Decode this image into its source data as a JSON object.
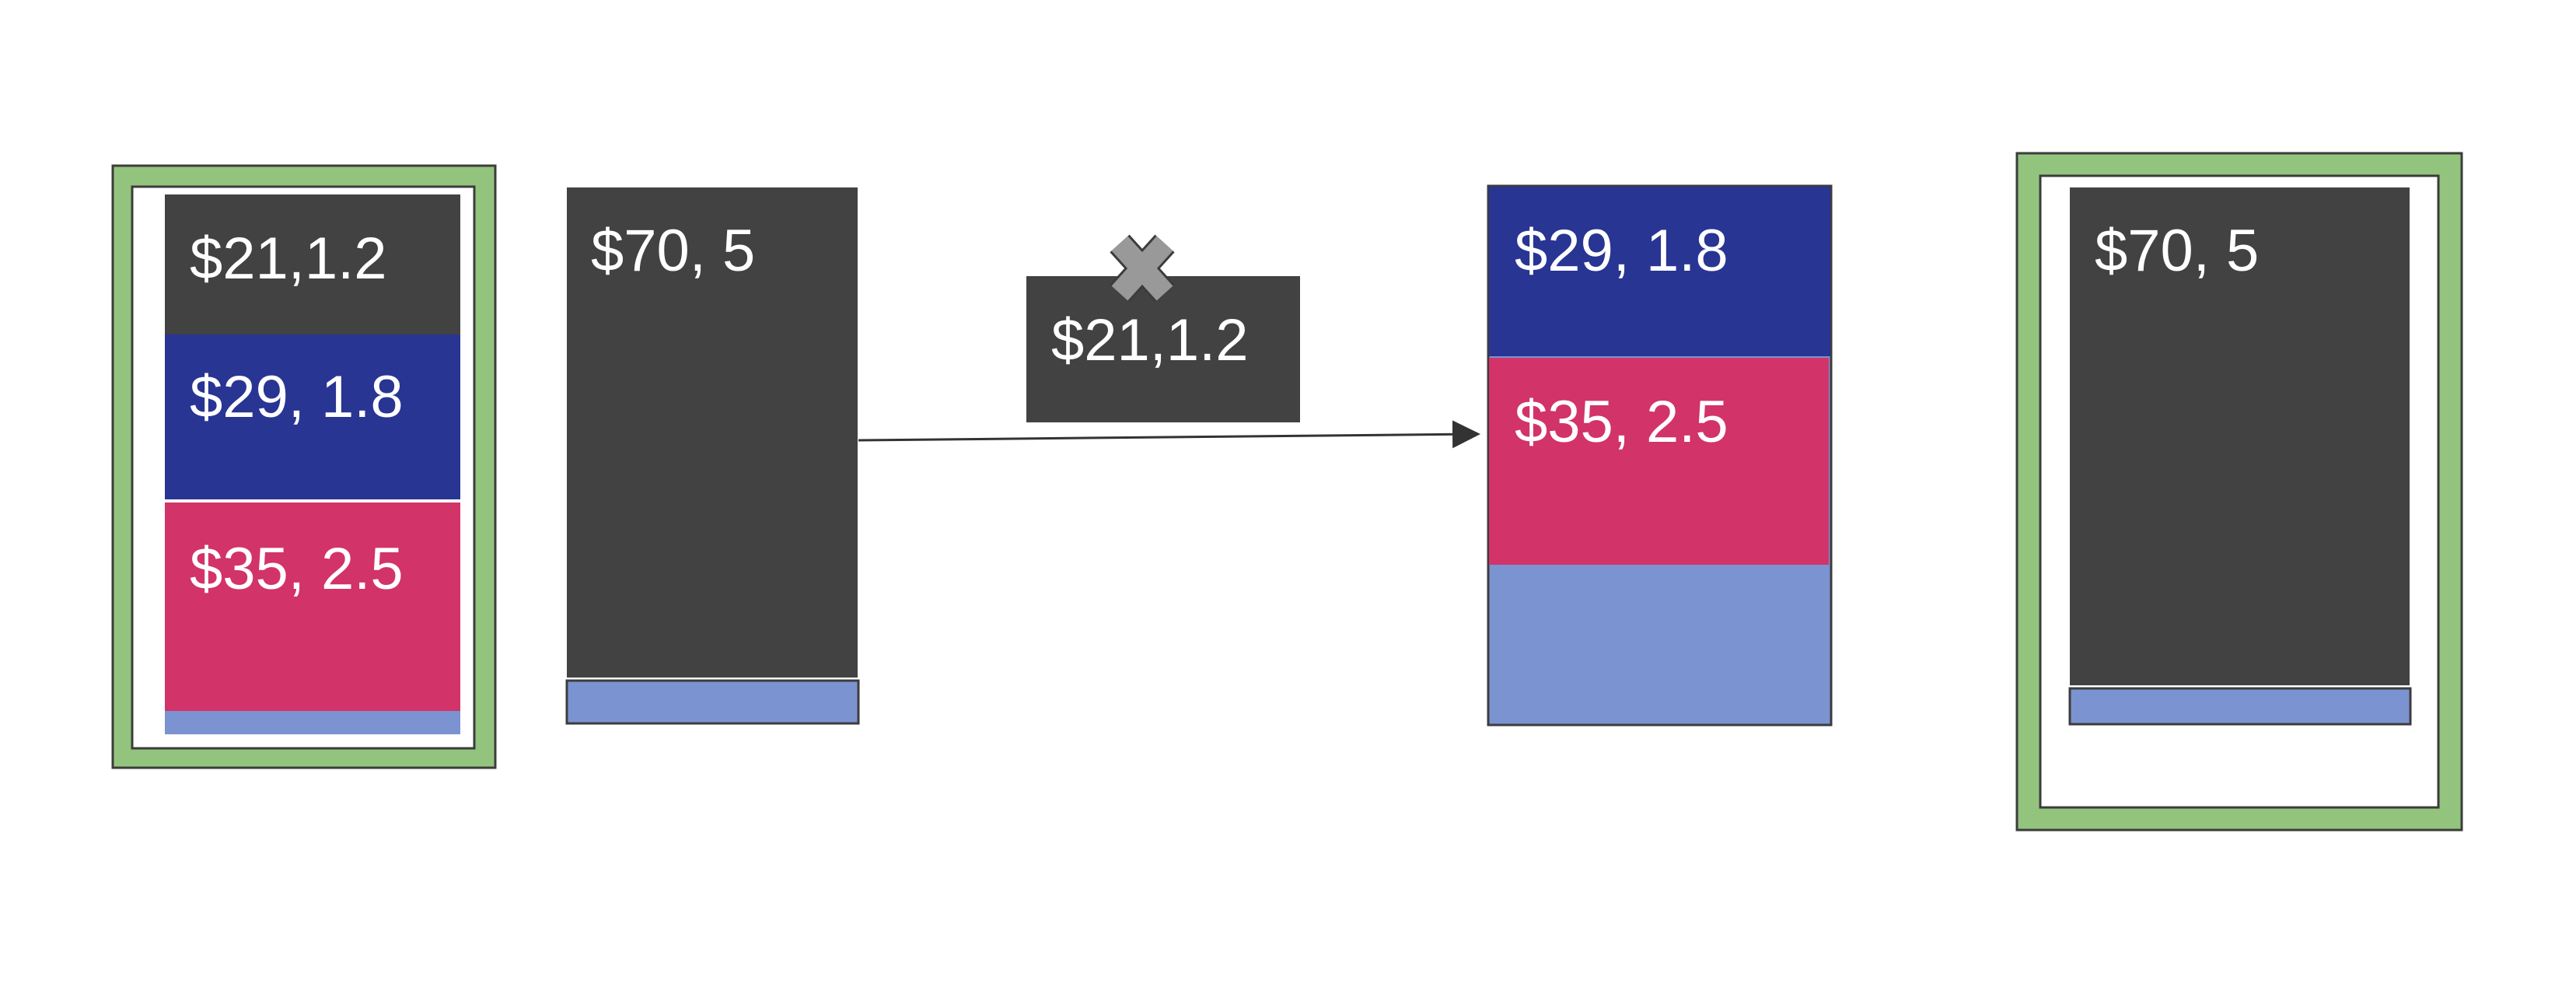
{
  "colors": {
    "dark": "#424242",
    "blue": "#283593",
    "pink": "#d23369",
    "light_blue": "#7b93d0",
    "green": "#93c47d",
    "cross": "#999999",
    "stroke": "#3c3c3c",
    "arrow": "#333333"
  },
  "knapsack_left": {
    "items": [
      {
        "label": "$21,1.2",
        "color": "dark"
      },
      {
        "label": "$29, 1.8",
        "color": "blue"
      },
      {
        "label": "$35, 2.5",
        "color": "pink"
      }
    ]
  },
  "item_big": {
    "label": "$70, 5"
  },
  "removed_item": {
    "label": "$21,1.2",
    "icon": "x-cross-icon"
  },
  "knapsack_middle": {
    "items": [
      {
        "label": "$29, 1.8",
        "color": "blue"
      },
      {
        "label": "$35, 2.5",
        "color": "pink"
      }
    ]
  },
  "knapsack_right": {
    "items": [
      {
        "label": "$70, 5",
        "color": "dark"
      }
    ]
  }
}
